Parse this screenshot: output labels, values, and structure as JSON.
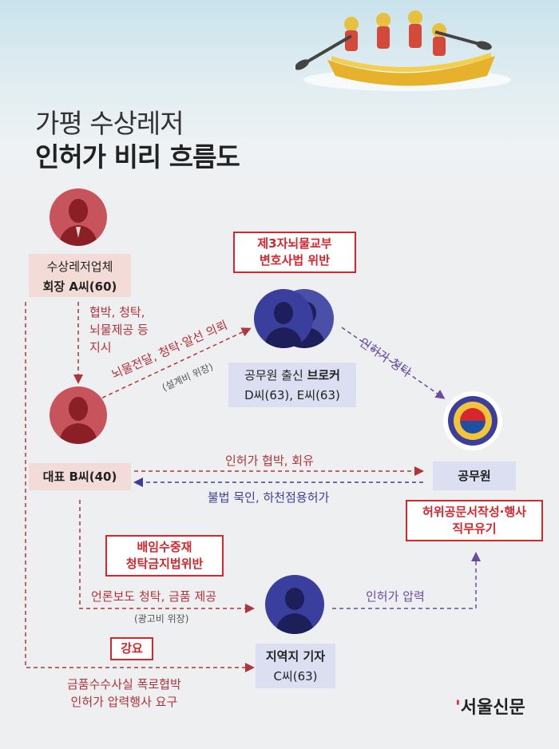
{
  "title": {
    "line1": "가평 수상레저",
    "line2": "인허가 비리 흐름도"
  },
  "persons": {
    "a": {
      "line1": "수상레저업체",
      "line2": "회장 A씨(60)"
    },
    "b": {
      "line1": "대표 B씨(40)"
    },
    "broker": {
      "line1_prefix": "공무원 출신 ",
      "line1_bold": "브로커",
      "line2": "D씨(63), E씨(63)"
    },
    "official": {
      "line1": "공무원"
    },
    "reporter": {
      "line1": "지역지 기자",
      "line2": "C씨(63)"
    }
  },
  "violations": {
    "broker": {
      "line1": "제3자뇌물교부",
      "line2": "변호사법 위반"
    },
    "official": {
      "line1": "허위공문서작성·행사",
      "line2": "직무유기"
    },
    "b_reporter": {
      "line1": "배임수중재",
      "line2": "청탁금지법위반"
    },
    "coercion": {
      "line1": "강요"
    }
  },
  "flows": {
    "a_to_b": {
      "line1": "협박, 청탁,",
      "line2": "뇌물제공 등",
      "line3": "지시"
    },
    "b_to_broker": {
      "main": "뇌물전달, 청탁·알선 의뢰",
      "sub": "(설계비 위장)"
    },
    "broker_to_official": "인허가 청탁",
    "b_to_official": "인허가 협박, 회유",
    "official_to_b": "불법 묵인, 하천점용허가",
    "b_to_reporter": {
      "main": "언론보도 청탁, 금품 제공",
      "sub": "(광고비 위장)"
    },
    "reporter_to_official": "인허가 압력",
    "a_to_reporter": {
      "line1": "금품수수사실 폭로협박",
      "line2": "인허가 압력행사 요구"
    }
  },
  "brand": "서울신문",
  "colors": {
    "red": "#c7535c",
    "blue": "#3a3f9e",
    "violation": "#d7262d"
  }
}
